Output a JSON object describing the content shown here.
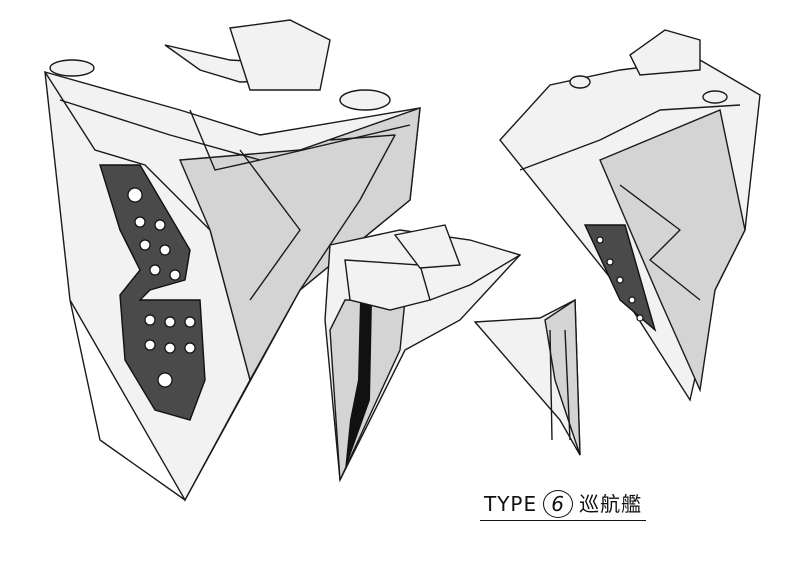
{
  "caption": {
    "type_label": "TYPE",
    "type_number": "6",
    "ship_class": "巡航艦"
  },
  "drawings": [
    "cruiser-front-three-quarter-view",
    "cruiser-bottom-view",
    "cruiser-side-view",
    "cruiser-rear-three-quarter-view"
  ]
}
